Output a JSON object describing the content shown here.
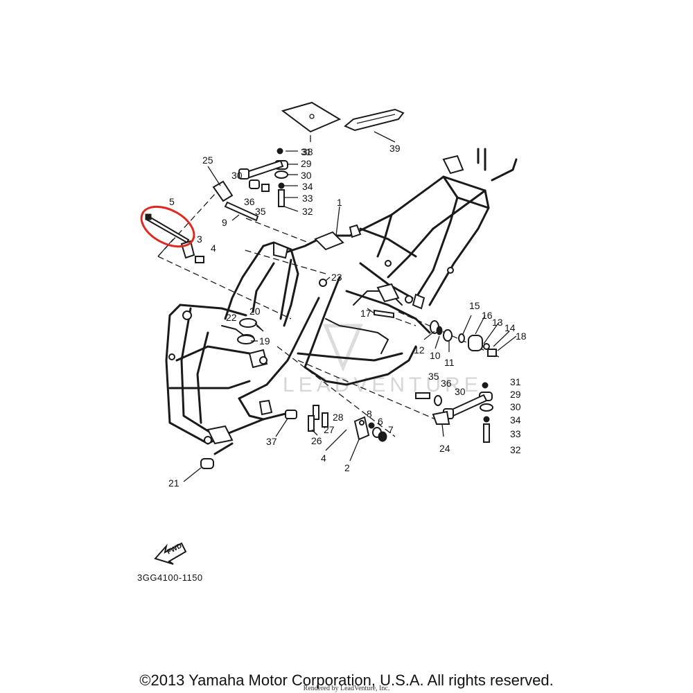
{
  "diagram": {
    "callouts": {
      "c1": "1",
      "c2": "2",
      "c3": "3",
      "c4a": "4",
      "c4b": "4",
      "c5": "5",
      "c6": "6",
      "c7": "7",
      "c8": "8",
      "c9": "9",
      "c10": "10",
      "c11": "11",
      "c12": "12",
      "c13": "13",
      "c14": "14",
      "c15": "15",
      "c16": "16",
      "c17": "17",
      "c18": "18",
      "c19": "19",
      "c20": "20",
      "c21": "21",
      "c22": "22",
      "c23": "23",
      "c24": "24",
      "c25": "25",
      "c26": "26",
      "c27": "27",
      "c28": "28",
      "c29a": "29",
      "c29b": "29",
      "c30a": "30",
      "c30b": "30",
      "c30c": "30",
      "c30d": "30",
      "c31a": "31",
      "c31b": "31",
      "c32a": "32",
      "c32b": "32",
      "c33a": "33",
      "c33b": "33",
      "c34a": "34",
      "c34b": "34",
      "c35a": "35",
      "c35b": "35",
      "c36a": "36",
      "c36b": "36",
      "c37": "37",
      "c38": "38",
      "c39": "39"
    },
    "fwd_label": "FWD",
    "part_code": "3GG4100-1150",
    "watermark": "LEADVENTURE",
    "highlight_color": "#e0281e"
  },
  "footer": {
    "copyright": "©2013 Yamaha Motor Corporation, U.S.A. All rights reserved.",
    "rendered_by": "Rendered by LeadVenture, Inc."
  }
}
